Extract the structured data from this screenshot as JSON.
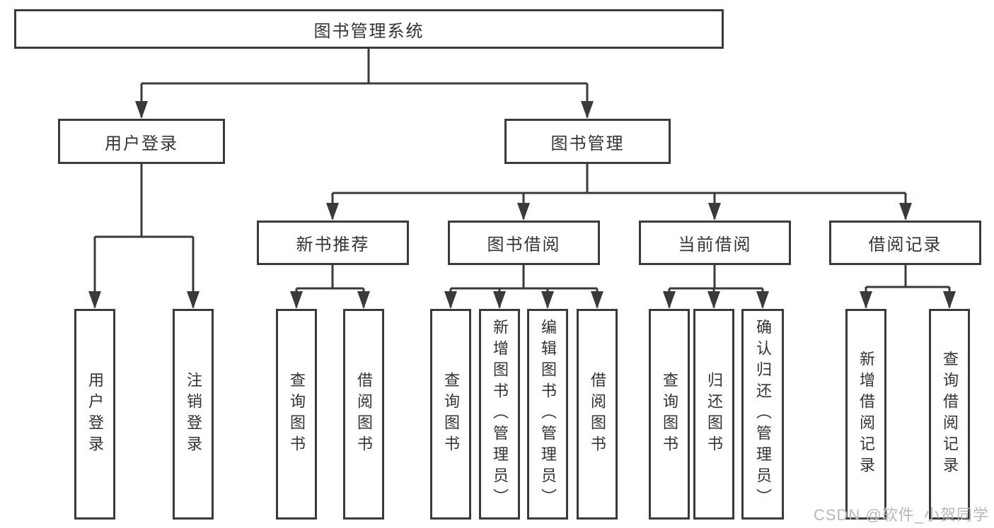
{
  "tree": {
    "root": "图书管理系统",
    "level2": [
      "用户登录",
      "图书管理"
    ],
    "level3": [
      "新书推荐",
      "图书借阅",
      "当前借阅",
      "借阅记录"
    ],
    "leaves": {
      "user_login": [
        "用户登录",
        "注销登录"
      ],
      "new_books": [
        "查询图书",
        "借阅图书"
      ],
      "book_borrow": [
        "查询图书",
        "新增图书（管理员）",
        "编辑图书（管理员）",
        "借阅图书"
      ],
      "current_borrow": [
        "查询图书",
        "归还图书",
        "确认归还（管理员）"
      ],
      "records": [
        "新增借阅记录",
        "查询借阅记录"
      ]
    }
  },
  "watermark": "CSDN @软件_小贺同学",
  "colors": {
    "line": "#3a3a3a",
    "text": "#333333",
    "watermark": "#b8b8b8",
    "background": "#ffffff"
  }
}
